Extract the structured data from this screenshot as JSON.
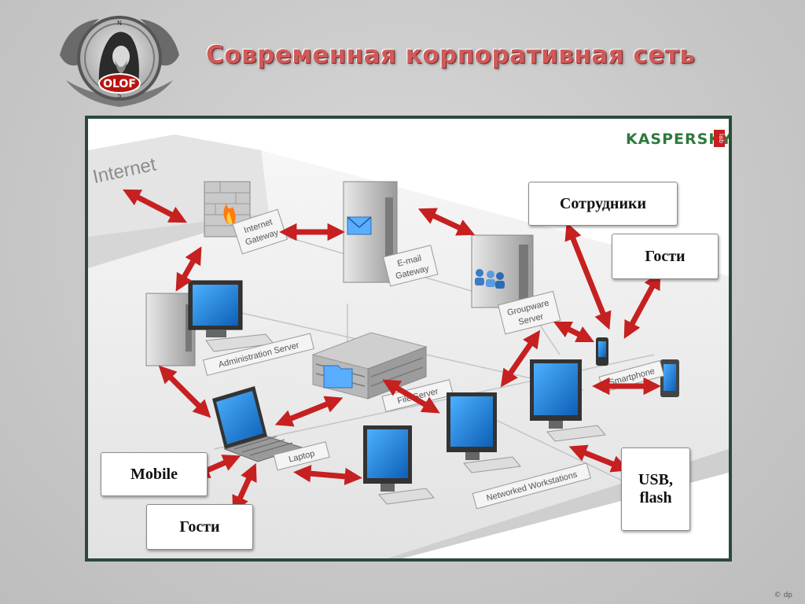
{
  "slide": {
    "title": "Современная корпоративная сеть",
    "copyright": "© dp"
  },
  "logo": {
    "text": "OLOF",
    "compass": [
      "N",
      "S"
    ]
  },
  "brand": {
    "name": "KASPERSKY",
    "suffix": "lab"
  },
  "zones": {
    "internet": "Internet"
  },
  "nodes": {
    "internet_gateway": [
      "Internet",
      "Gateway"
    ],
    "email_gateway": [
      "E-mail",
      "Gateway"
    ],
    "groupware_server": [
      "Groupware",
      "Server"
    ],
    "administration_server": "Administration Server",
    "file_server": "File Server",
    "laptop": "Laptop",
    "smartphone": "Smartphone",
    "networked_workstations": "Networked Workstations"
  },
  "callouts": {
    "employees": "Сотрудники",
    "guests_top": "Гости",
    "mobile": "Mobile",
    "guests_bottom": "Гости",
    "usb_line1": "USB,",
    "usb_line2": "flash"
  },
  "colors": {
    "title": "#d05a5a",
    "arrow": "#c62020",
    "frame_border": "#2b4a3a",
    "screen": "#1e7fd6"
  },
  "icons": [
    "firewall-icon",
    "envelope-icon",
    "users-icon",
    "folder-icon",
    "usb-flash-icon"
  ]
}
